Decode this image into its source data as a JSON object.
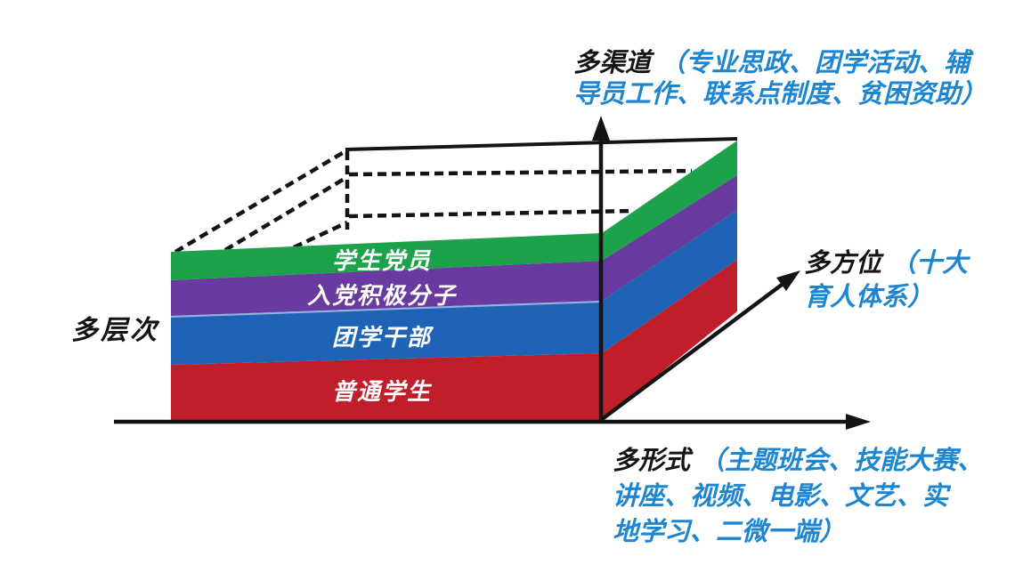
{
  "colors": {
    "ink": "#141414",
    "accent_blue": "#1e86d0",
    "label_white": "#ffffff",
    "purple_blue_separator": "#aac2e8"
  },
  "layers": [
    {
      "label": "学生党员",
      "color": "#1da24c"
    },
    {
      "label": "入党积极分子",
      "color": "#693a9f"
    },
    {
      "label": "团学干部",
      "color": "#1e63b5"
    },
    {
      "label": "普通学生",
      "color": "#c01e2b"
    }
  ],
  "axis_labels": {
    "levels": {
      "text": "多层次"
    },
    "channels": {
      "black": "多渠道",
      "blue_line1": "（专业思政、团学活动、辅",
      "blue_line2": "导员工作、联系点制度、贫困资助）"
    },
    "directions": {
      "black": "多方位",
      "blue_line1": "（十大",
      "blue_line2": "育人体系）"
    },
    "forms": {
      "black": "多形式",
      "blue_line1": "（主题班会、技能大赛、",
      "blue_line2": "讲座、视频、电影、文艺、实",
      "blue_line3": "地学习、二微一端）"
    }
  }
}
